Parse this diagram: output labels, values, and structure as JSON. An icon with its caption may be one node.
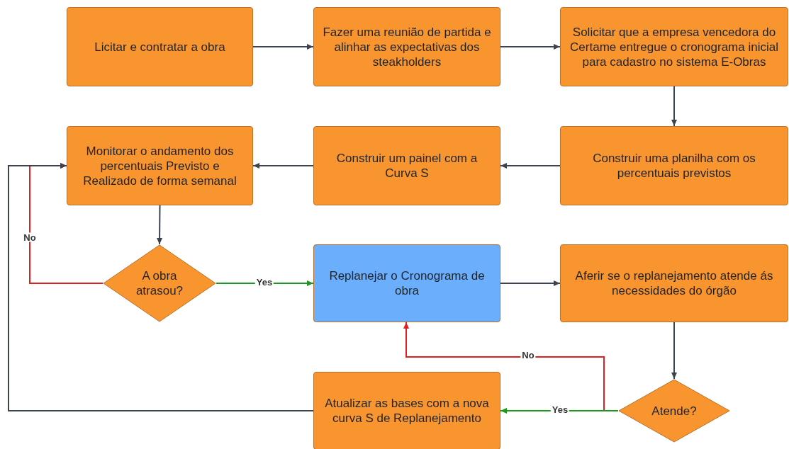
{
  "diagram": {
    "nodes": [
      {
        "text": [
          "Licitar e contratar a obra"
        ]
      },
      {
        "text": [
          "Fazer uma reunião de partida e alinhar as expectativas dos steakholders"
        ]
      },
      {
        "text": [
          "Solicitar que a empresa vencedora do Certame entregue o cronograma inicial para cadastro no sistema E-Obras"
        ]
      },
      {
        "text": [
          "Monitorar o andamento dos percentuais Previsto e Realizado de forma semanal"
        ]
      },
      {
        "text": [
          "Construir um painel com a Curva S"
        ]
      },
      {
        "text": [
          "Construir uma planilha com os percentuais previstos"
        ]
      },
      {
        "text": [
          "A obra atrasou?"
        ]
      },
      {
        "text": [
          "Replanejar o Cronograma de obra"
        ]
      },
      {
        "text": [
          "Aferir se o replanejamento atende ás necessidades do órgão"
        ]
      },
      {
        "text": [
          "Atende?"
        ]
      },
      {
        "text": [
          "Atualizar as bases com a nova curva S de Replanejamento"
        ]
      }
    ],
    "edges": [
      {
        "from": 0,
        "to": 1,
        "arrow": "to"
      },
      {
        "from": 1,
        "to": 2,
        "arrow": "to"
      },
      {
        "from": 2,
        "to": 5,
        "arrow": "to"
      },
      {
        "from": 5,
        "to": 4,
        "arrow": "to"
      },
      {
        "from": 4,
        "to": 3,
        "arrow": "to"
      },
      {
        "from": 3,
        "to": 6,
        "arrow": "to"
      },
      {
        "from": 6,
        "to": 3,
        "arrow": "to",
        "label": "No",
        "color": "#e02020"
      },
      {
        "from": 6,
        "to": 7,
        "arrow": "to",
        "label": "Yes",
        "color": "#1a9a1a"
      },
      {
        "from": 7,
        "to": 8,
        "arrow": "to"
      },
      {
        "from": 8,
        "to": 9,
        "arrow": "to"
      },
      {
        "from": 9,
        "to": 7,
        "arrow": "to",
        "label": "No",
        "color": "#e02020"
      },
      {
        "from": 9,
        "to": 10,
        "arrow": "to",
        "label": "Yes",
        "color": "#1a9a1a"
      },
      {
        "from": 10,
        "to": 3,
        "arrow": "to"
      }
    ]
  }
}
